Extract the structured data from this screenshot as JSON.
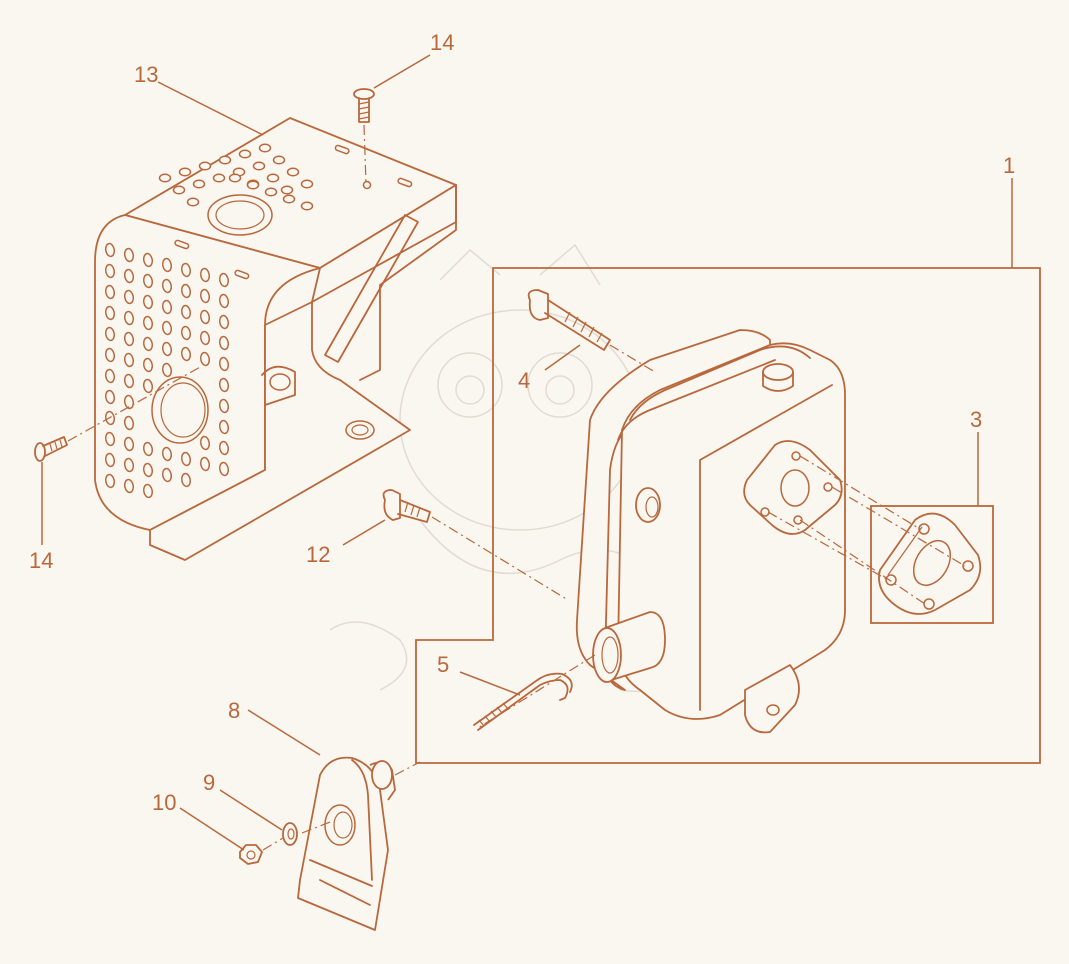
{
  "diagram": {
    "callouts": [
      {
        "id": "c1",
        "label": "1"
      },
      {
        "id": "c3",
        "label": "3"
      },
      {
        "id": "c4",
        "label": "4"
      },
      {
        "id": "c5",
        "label": "5"
      },
      {
        "id": "c8",
        "label": "8"
      },
      {
        "id": "c9",
        "label": "9"
      },
      {
        "id": "c10",
        "label": "10"
      },
      {
        "id": "c12",
        "label": "12"
      },
      {
        "id": "c13",
        "label": "13"
      },
      {
        "id": "c14a",
        "label": "14"
      },
      {
        "id": "c14b",
        "label": "14"
      }
    ],
    "colors": {
      "line": "#b9683c",
      "background": "#faf6f0",
      "watermark": "#e3dbd2"
    }
  }
}
